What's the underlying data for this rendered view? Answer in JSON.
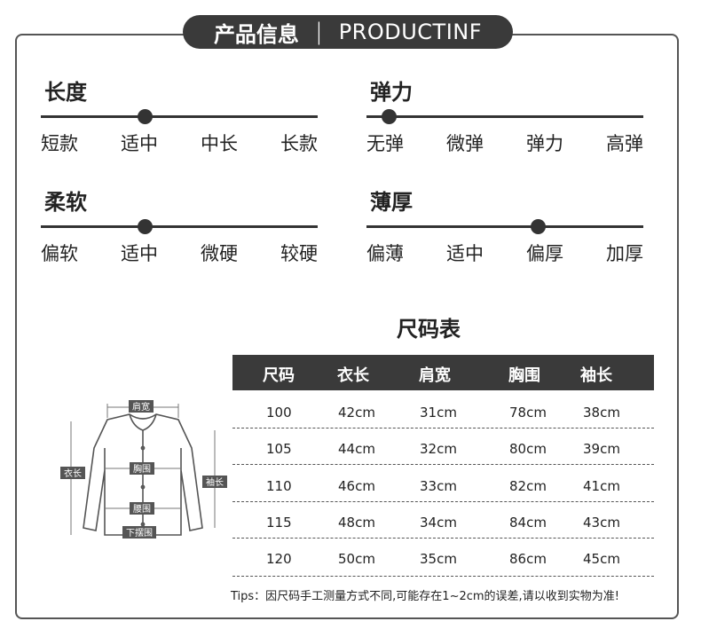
{
  "header": {
    "title_cn": "产品信息",
    "separator": "|",
    "title_en": "PRODUCTINF"
  },
  "attributes": [
    {
      "title": "长度",
      "options": [
        "短款",
        "适中",
        "中长",
        "长款"
      ],
      "selected": "适中"
    },
    {
      "title": "弹力",
      "options": [
        "无弹",
        "微弹",
        "弹力",
        "高弹"
      ],
      "selected": "无弹"
    },
    {
      "title": "柔软",
      "options": [
        "偏软",
        "适中",
        "微硬",
        "较硬"
      ],
      "selected": "适中"
    },
    {
      "title": "薄厚",
      "options": [
        "偏薄",
        "适中",
        "偏厚",
        "加厚"
      ],
      "selected": "偏厚"
    }
  ],
  "size_chart": {
    "title": "尺码表",
    "columns": [
      "尺码",
      "衣长",
      "肩宽",
      "胸围",
      "袖长"
    ],
    "rows": [
      [
        "100",
        "42cm",
        "31cm",
        "78cm",
        "38cm"
      ],
      [
        "105",
        "44cm",
        "32cm",
        "80cm",
        "39cm"
      ],
      [
        "110",
        "46cm",
        "33cm",
        "82cm",
        "41cm"
      ],
      [
        "115",
        "48cm",
        "34cm",
        "84cm",
        "43cm"
      ],
      [
        "120",
        "50cm",
        "35cm",
        "86cm",
        "45cm"
      ]
    ]
  },
  "diagram": {
    "shoulder": "肩宽",
    "length": "衣长",
    "chest": "胸围",
    "sleeve": "袖长",
    "waist": "腰围",
    "hem": "下摆围"
  },
  "tips": "Tips：因尺码手工测量方式不同,可能存在1~2cm的误差,请以收到实物为准!"
}
